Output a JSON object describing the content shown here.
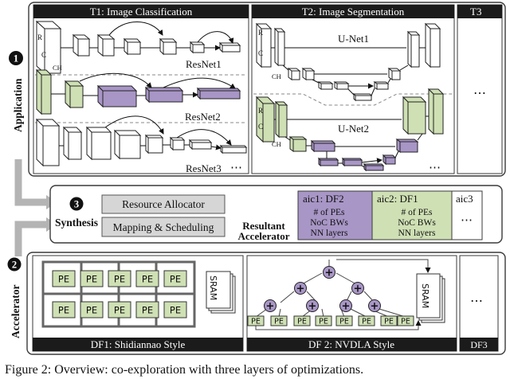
{
  "application": {
    "badge": "1",
    "label": "Application",
    "tasks": [
      {
        "title": "T1: Image Classification",
        "nets": [
          "ResNet1",
          "ResNet2",
          "ResNet3"
        ],
        "more": "⋯"
      },
      {
        "title": "T2: Image Segmentation",
        "nets": [
          "U-Net1",
          "U-Net2"
        ],
        "more": "⋯"
      },
      {
        "title": "T3",
        "more": "⋯"
      }
    ],
    "dim_labels": {
      "r": "R",
      "c": "C",
      "ch": "CH"
    }
  },
  "synthesis": {
    "badge": "3",
    "label": "Synthesis",
    "buttons": [
      "Resource Allocator",
      "Mapping & Scheduling"
    ],
    "result_label": [
      "Resultant",
      "Accelerator"
    ],
    "aics": [
      {
        "title": "aic1: DF2",
        "lines": [
          "# of PEs",
          "NoC BWs",
          "NN layers"
        ]
      },
      {
        "title": "aic2: DF1",
        "lines": [
          "# of PEs",
          "NoC BWs",
          "NN layers"
        ]
      },
      {
        "title": "aic3",
        "more": "⋯"
      }
    ]
  },
  "accelerator": {
    "badge": "2",
    "label": "Accelerator",
    "pe_label": "PE",
    "sram_label": "SRAM",
    "adder_symbol": "+",
    "dataflows": [
      "DF1: Shidiannao Style",
      "DF 2: NVDLA Style",
      "DF3"
    ],
    "more": "⋯"
  },
  "caption": "Figure 2: Overview: co-exploration with three layers of optimizations.",
  "colors": {
    "purple": "#a896c6",
    "green": "#cfe0b4",
    "gray_button": "#d6d6d6",
    "arrow": "#b4b4b4",
    "border": "#3a3a3a"
  }
}
